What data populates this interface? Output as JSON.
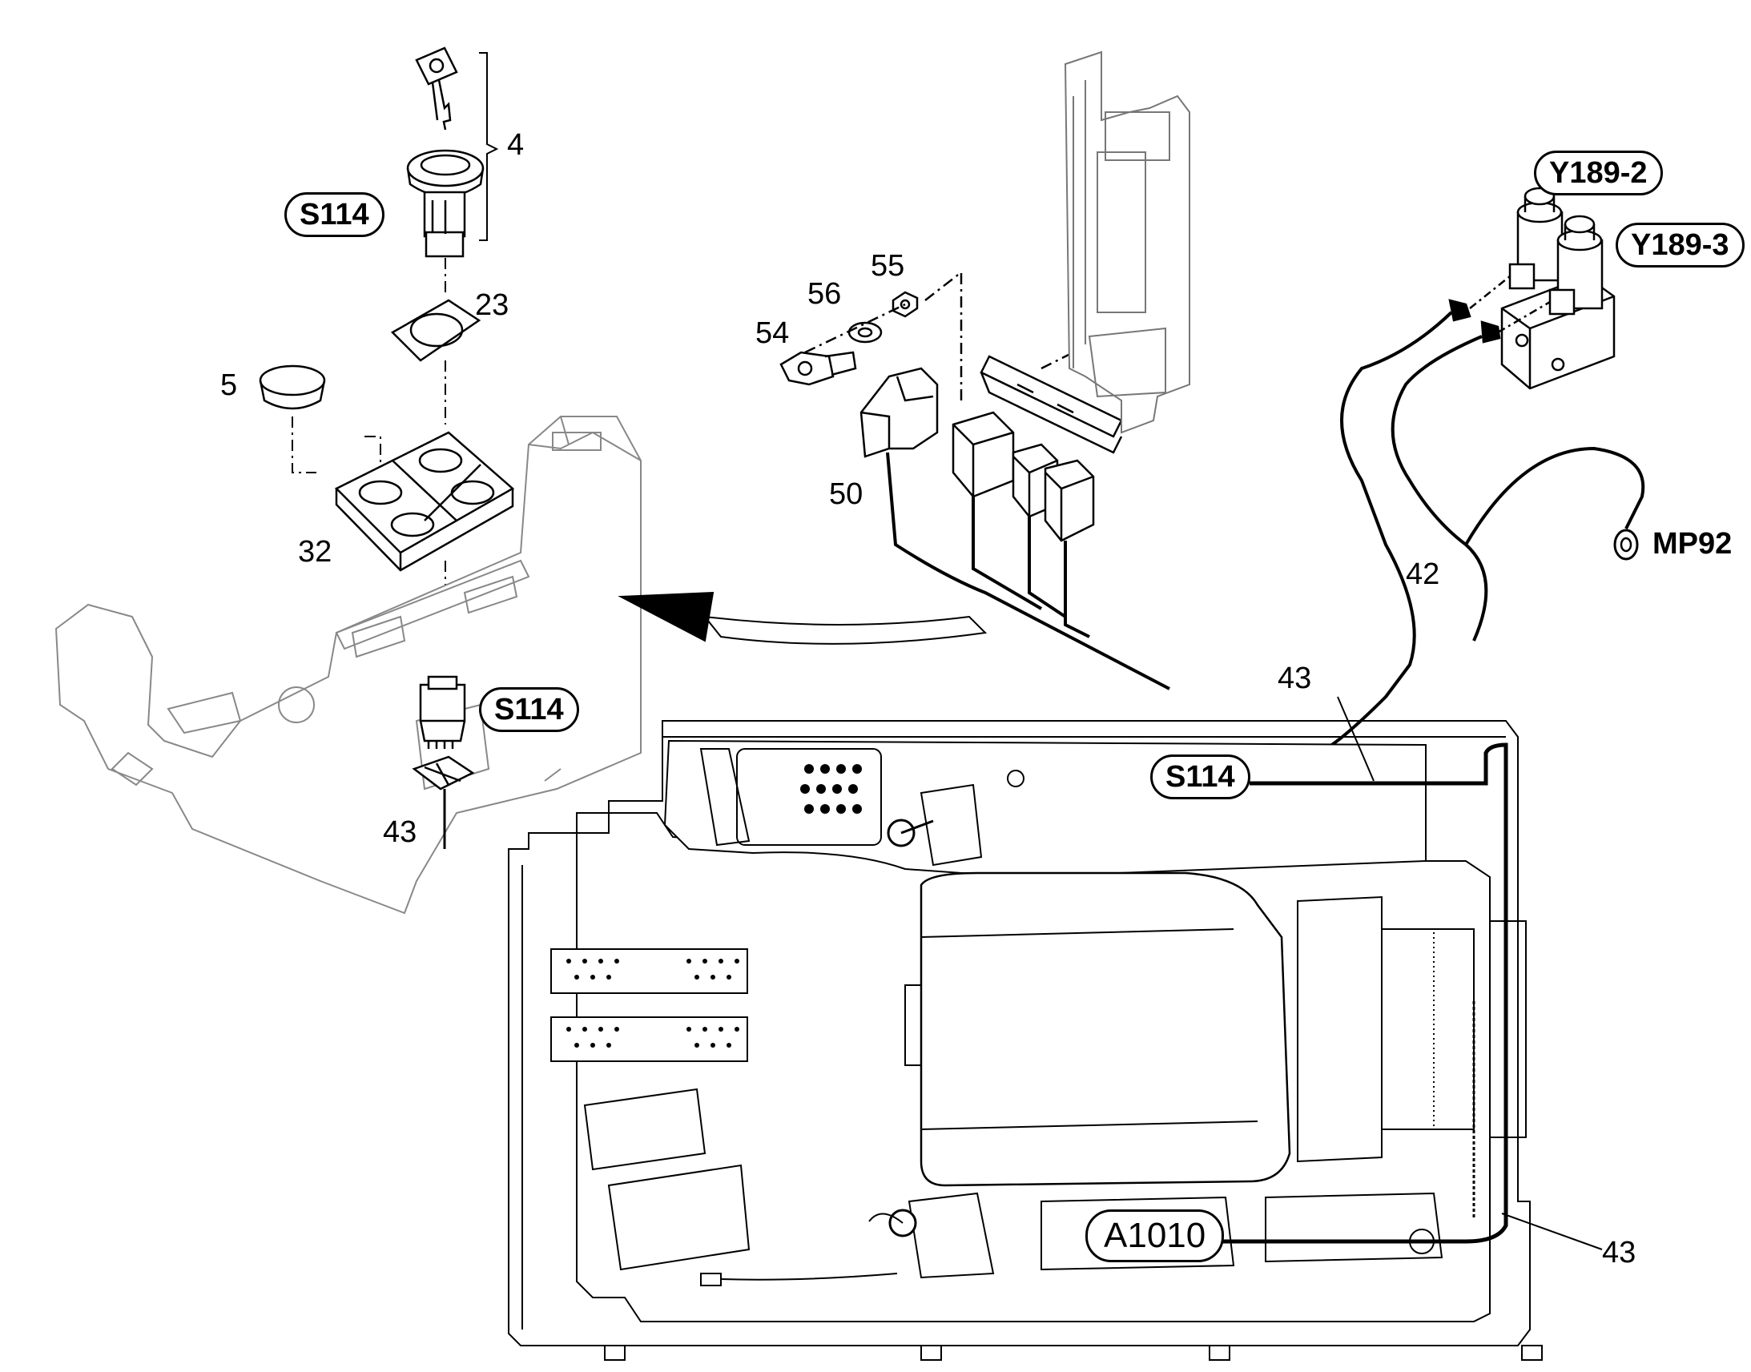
{
  "labels": {
    "n4": "4",
    "n23": "23",
    "n5": "5",
    "n32": "32",
    "n43_left": "43",
    "n55": "55",
    "n56": "56",
    "n54": "54",
    "n50": "50",
    "n42": "42",
    "n43_top": "43",
    "n43_bottom": "43"
  },
  "callouts": {
    "s114_top": "S114",
    "s114_mid": "S114",
    "s114_dash": "S114",
    "y189_2": "Y189-2",
    "y189_3": "Y189-3",
    "mp92": "MP92",
    "a1010": "A1010"
  }
}
